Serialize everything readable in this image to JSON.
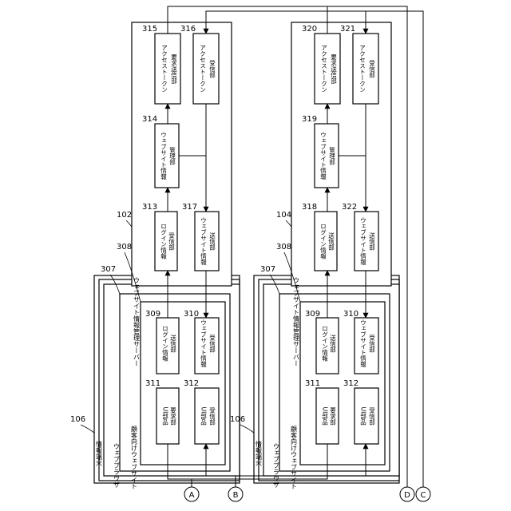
{
  "left_column": {
    "terminal_ref": "106",
    "terminal_label": "情報端末",
    "browser_ref": "307",
    "browser_label": "ウェブブラウザ",
    "site_ref": "308",
    "site_label": "顧客向けウェブサイト",
    "blocks": {
      "b309": {
        "ref": "309",
        "lines": [
          "ログイン情報",
          "送信部"
        ]
      },
      "b310": {
        "ref": "310",
        "lines": [
          "ウェブサイト情報",
          "受信部"
        ]
      },
      "b311": {
        "ref": "311",
        "lines": [
          "UI部品",
          "要求部"
        ]
      },
      "b312": {
        "ref": "312",
        "lines": [
          "UI部品",
          "受信部"
        ]
      }
    },
    "server_ref": "102",
    "server_label": "ウェブサイト情報管理サーバー",
    "server_blocks": {
      "b313": {
        "ref": "313",
        "lines": [
          "ログイン情報",
          "受信部"
        ]
      },
      "b314": {
        "ref": "314",
        "lines": [
          "ウェブサイト情報",
          "管理部"
        ]
      },
      "b315": {
        "ref": "315",
        "lines": [
          "アクセストークン",
          "要求送信部"
        ]
      },
      "b316": {
        "ref": "316",
        "lines": [
          "アクセストークン",
          "受信部"
        ]
      },
      "b317": {
        "ref": "317",
        "lines": [
          "ウェブサイト情報",
          "送信部"
        ]
      }
    }
  },
  "right_column": {
    "terminal_ref": "106",
    "terminal_label": "情報端末",
    "browser_ref": "307",
    "browser_label": "ウェブブラウザ",
    "site_ref": "308",
    "site_label": "顧客向けウェブサイト",
    "blocks": {
      "b309": {
        "ref": "309",
        "lines": [
          "ログイン情報",
          "送信部"
        ]
      },
      "b310": {
        "ref": "310",
        "lines": [
          "ウェブサイト情報",
          "受信部"
        ]
      },
      "b311": {
        "ref": "311",
        "lines": [
          "UI部品",
          "要求部"
        ]
      },
      "b312": {
        "ref": "312",
        "lines": [
          "UI部品",
          "受信部"
        ]
      }
    },
    "server_ref": "104",
    "server_label": "ウェブサイト情報管理サーバー",
    "server_blocks": {
      "b318": {
        "ref": "318",
        "lines": [
          "ログイン情報",
          "送信部"
        ]
      },
      "b319": {
        "ref": "319",
        "lines": [
          "ウェブサイト情報",
          "管理部"
        ]
      },
      "b320": {
        "ref": "320",
        "lines": [
          "アクセストークン",
          "要求送信部"
        ]
      },
      "b321": {
        "ref": "321",
        "lines": [
          "アクセストークン",
          "受信部"
        ]
      },
      "b322": {
        "ref": "322",
        "lines": [
          "ウェブサイト情報",
          "送信部"
        ]
      }
    }
  },
  "connectors": {
    "a": "A",
    "b": "B",
    "c": "C",
    "d": "D"
  }
}
